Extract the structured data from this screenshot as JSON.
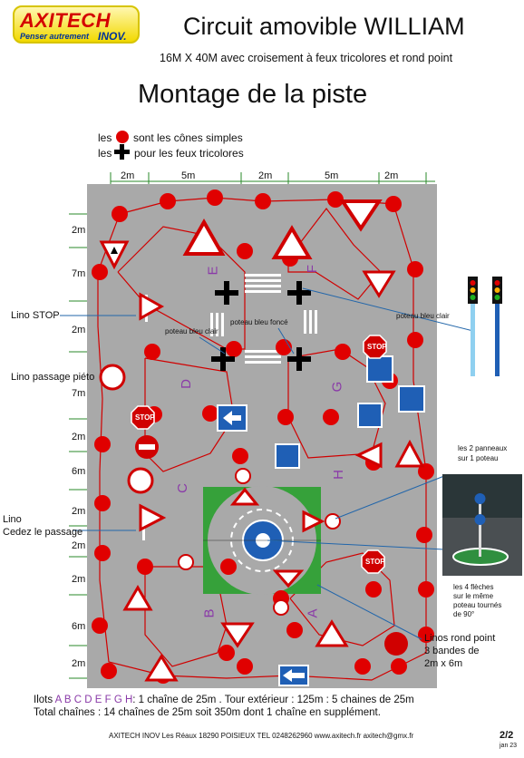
{
  "logo": {
    "brand": "AXITECH",
    "tagline": "Penser autrement",
    "suffix": "INOV."
  },
  "title": "Circuit amovible WILLIAM",
  "subtitle": "16M X 40M   avec croisement à feux tricolores et rond point",
  "heading": "Montage de la piste",
  "legend": {
    "cones": "sont les cônes simples",
    "lights": "pour les feux tricolores",
    "les1": "les",
    "les2": "les"
  },
  "top_dims": [
    "2m",
    "5m",
    "2m",
    "5m",
    "2m"
  ],
  "left_dims": [
    "2m",
    "7m",
    "2m",
    "7m",
    "2m",
    "6m",
    "2m",
    "2m",
    "2m",
    "6m",
    "2m"
  ],
  "labels": {
    "lino_stop": "Lino  STOP",
    "lino_pieton": "Lino passage  piéto",
    "lino_cedez_1": "Lino",
    "lino_cedez_2": "Cedez le passage",
    "poteau_fonce": "poteau bleu foncé",
    "poteau_clair_left": "poteau bleu clair",
    "poteau_clair_right": "poteau bleu clair",
    "panneaux_1": "les 2 panneaux",
    "panneaux_2": "sur 1 poteau",
    "fleches_1": "les 4 flèches",
    "fleches_2": "sur le même",
    "fleches_3": "poteau tournés",
    "fleches_4": "de 90°",
    "linos_rp_1": "Linos rond point",
    "linos_rp_2": "3 bandes de",
    "linos_rp_3": "2m x 6m",
    "stop": "STOP"
  },
  "islands": [
    "E",
    "F",
    "D",
    "G",
    "C",
    "H",
    "B",
    "A"
  ],
  "footer": {
    "ilots_prefix": "Ilots",
    "ilots_letters": "A B C D E F G H",
    "ilots_rest": ": 1 chaîne de 25m .    Tour  extérieur : 125m : 5 chaines de 25m",
    "total": "Total chaînes : 14 chaînes de 25m  soit 350m dont 1 chaîne en supplément.",
    "contact": "AXITECH INOV  Les Réaux 18290 POISIEUX TEL 0248262960  www.axitech.fr  axitech@gmx.fr",
    "page": "2/2",
    "date": "jan 23"
  },
  "colors": {
    "track": "#a9a9a9",
    "cone": "#e00000",
    "island_green": "#36a13a",
    "sign_blue": "#1f5fb5",
    "purple": "#8a3aa8"
  }
}
